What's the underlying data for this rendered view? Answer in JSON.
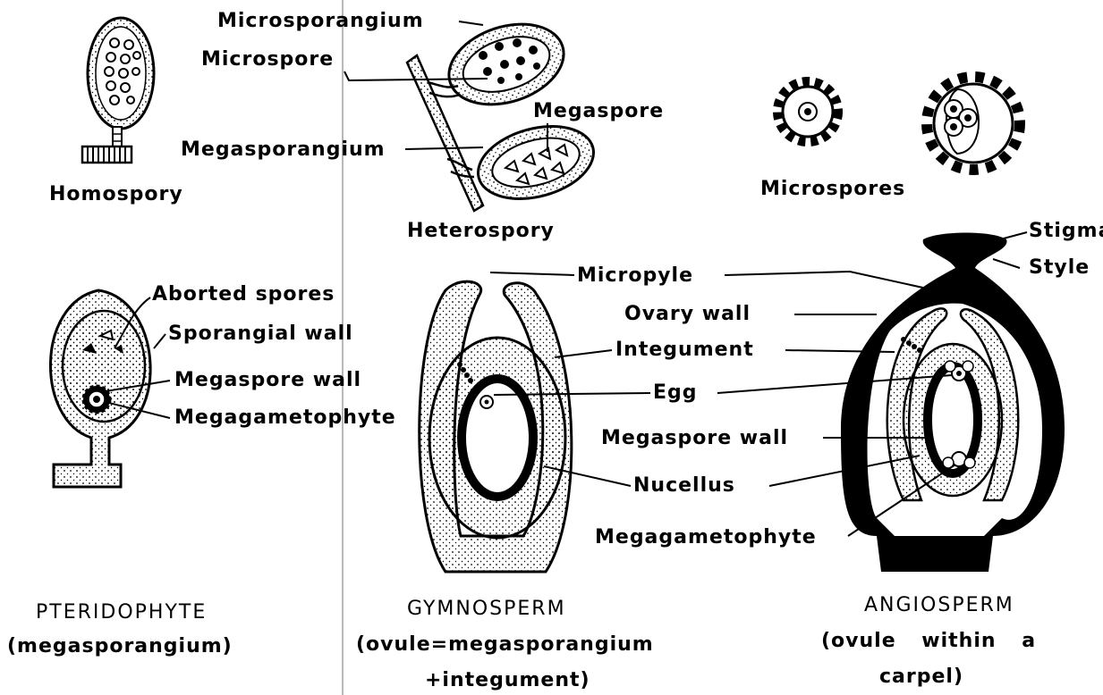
{
  "labels": {
    "microsporangium": "Microsporangium",
    "microspore": "Microspore",
    "megaspore": "Megaspore",
    "megasporangium": "Megasporangium",
    "homospory": "Homospory",
    "heterospory": "Heterospory",
    "microspores": "Microspores",
    "stigma": "Stigma",
    "style": "Style",
    "micropyle": "Micropyle",
    "ovary_wall": "Ovary wall",
    "integument": "Integument",
    "egg": "Egg",
    "megaspore_wall_angio": "Megaspore wall",
    "nucellus": "Nucellus",
    "megagametophyte_angio": "Megagametophyte",
    "aborted_spores": "Aborted spores",
    "sporangial_wall": "Sporangial wall",
    "megaspore_wall_pterido": "Megaspore wall",
    "megagametophyte_pterido": "Megagametophyte"
  },
  "captions": {
    "pteridophyte_title": "PTERIDOPHYTE",
    "pteridophyte_sub": "(megasporangium)",
    "gymnosperm_title": "GYMNOSPERM",
    "gymnosperm_sub1": "(ovule=megasporangium",
    "gymnosperm_sub2": "+integument)",
    "angiosperm_title": "ANGIOSPERM",
    "angiosperm_sub1": "(ovule within a",
    "angiosperm_sub2": "carpel)"
  }
}
